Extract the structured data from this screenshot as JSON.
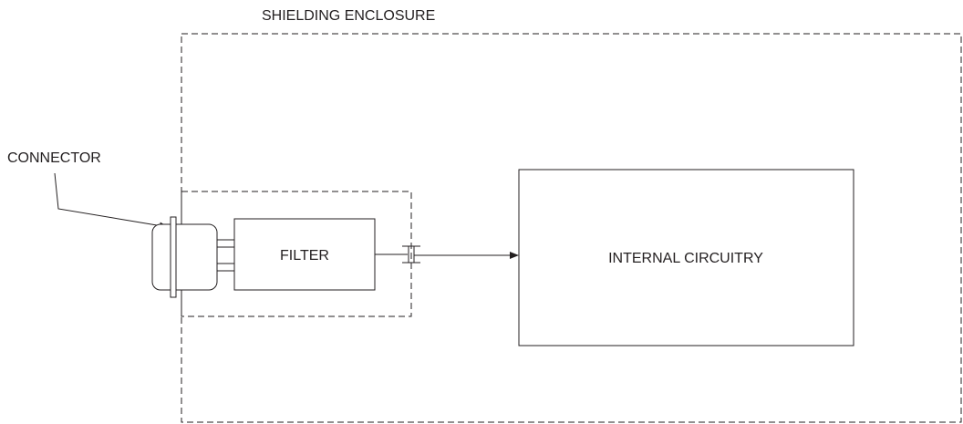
{
  "labels": {
    "shielding_enclosure": "SHIELDING ENCLOSURE",
    "connector": "CONNECTOR",
    "filter": "FILTER",
    "internal_circuitry": "INTERNAL CIRCUITRY"
  },
  "colors": {
    "line": "#231f20",
    "background": "#ffffff"
  }
}
